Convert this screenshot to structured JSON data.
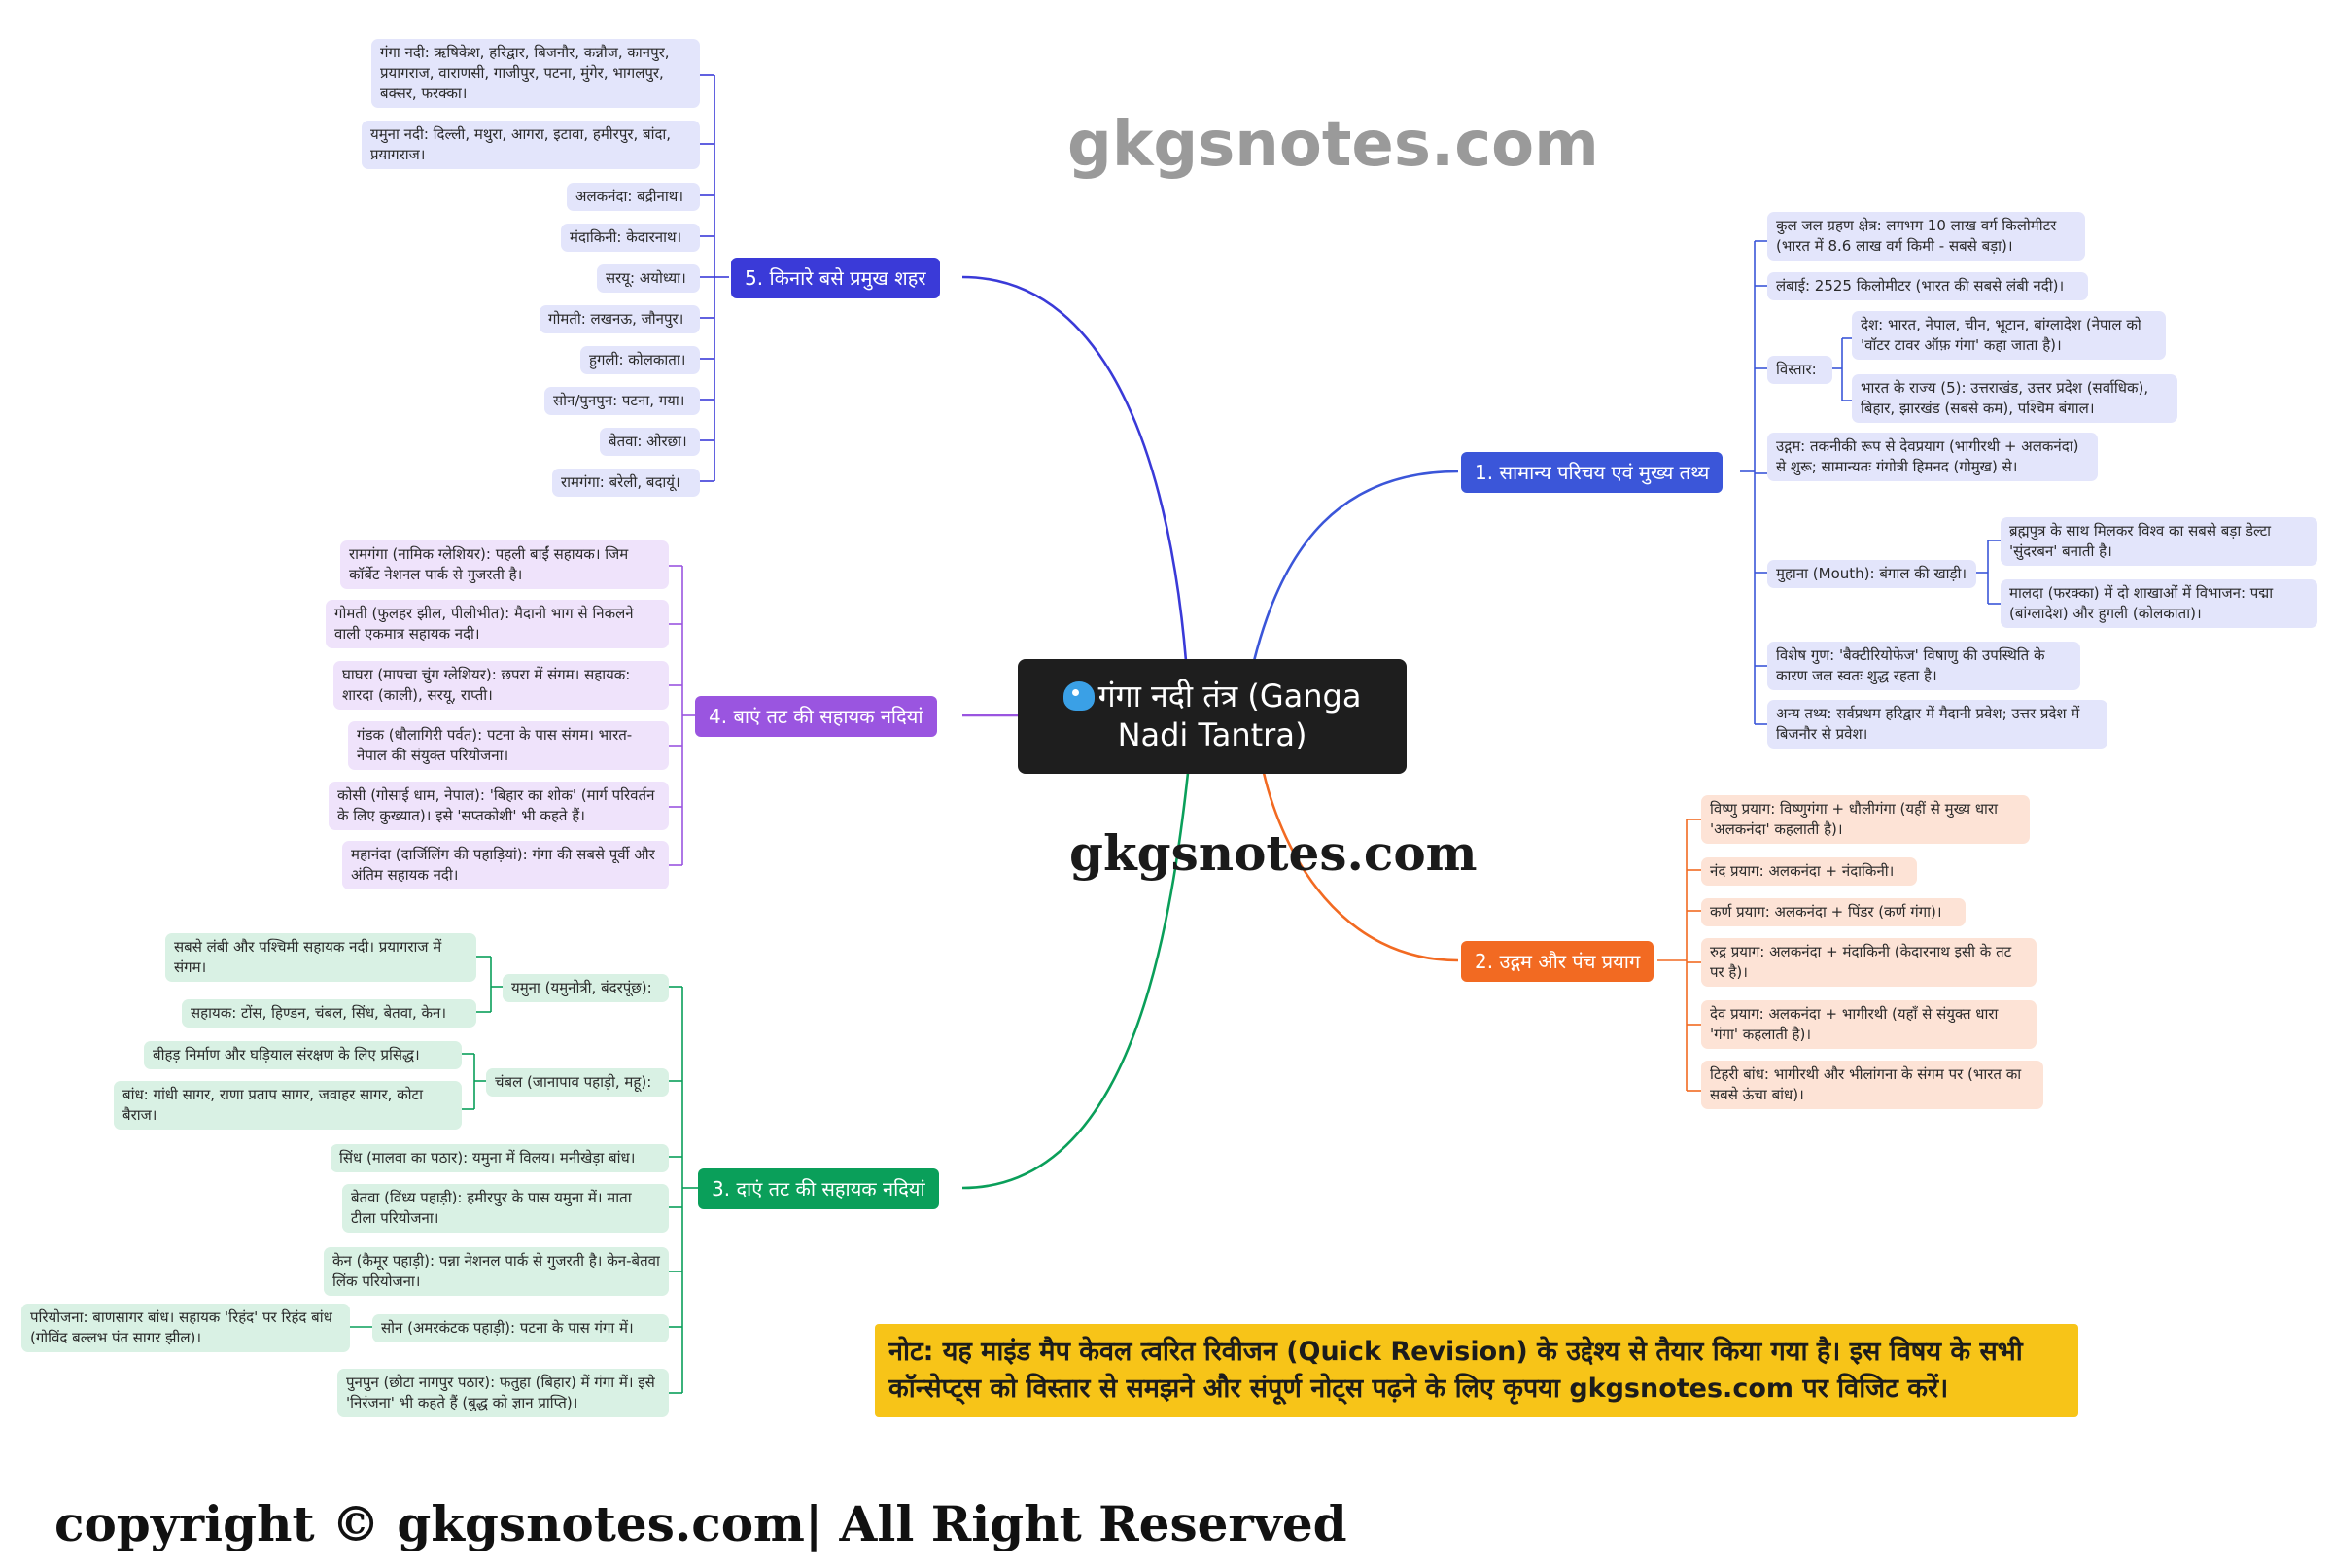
{
  "watermarks": {
    "top": "gkgsnotes.com",
    "middle": "gkgsnotes.com"
  },
  "root": {
    "title": "गंगा नदी तंत्र (Ganga Nadi Tantra)",
    "icon": "mascot-icon"
  },
  "colors": {
    "root": "#1e1e1e",
    "branch1": "#3b56d9",
    "branch2": "#f26a22",
    "branch3": "#0a9f5a",
    "branch4": "#9a55e0",
    "branch5": "#3a3ad8",
    "note_bg": "#f7c418"
  },
  "branches": {
    "b1": {
      "label": "1. सामान्य परिचय एवं मुख्य तथ्य",
      "items": {
        "catchment": "कुल जल ग्रहण क्षेत्र: लगभग 10 लाख वर्ग किलोमीटर (भारत में 8.6 लाख वर्ग किमी - सबसे बड़ा)।",
        "length": "लंबाई: 2525 किलोमीटर (भारत की सबसे लंबी नदी)।",
        "extent": "विस्तार:",
        "extent_countries": "देश: भारत, नेपाल, चीन, भूटान, बांग्लादेश (नेपाल को 'वॉटर टावर ऑफ़ गंगा' कहा जाता है)।",
        "extent_states": "भारत के राज्य (5): उत्तराखंड, उत्तर प्रदेश (सर्वाधिक), बिहार, झारखंड (सबसे कम), पश्चिम बंगाल।",
        "origin": "उद्गम: तकनीकी रूप से देवप्रयाग (भागीरथी + अलकनंदा) से शुरू; सामान्यतः गंगोत्री हिमनद (गोमुख) से।",
        "mouth": "मुहाना (Mouth): बंगाल की खाड़ी।",
        "mouth_delta": "ब्रह्मपुत्र के साथ मिलकर विश्व का सबसे बड़ा डेल्टा 'सुंदरबन' बनाती है।",
        "mouth_split": "मालदा (फरक्का) में दो शाखाओं में विभाजन: पद्मा (बांग्लादेश) और हुगली (कोलकाता)।",
        "special": "विशेष गुण: 'बैक्टीरियोफेज' विषाणु की उपस्थिति के कारण जल स्वतः शुद्ध रहता है।",
        "other": "अन्य तथ्य: सर्वप्रथम हरिद्वार में मैदानी प्रवेश; उत्तर प्रदेश में बिजनौर से प्रवेश।"
      }
    },
    "b2": {
      "label": "2. उद्गम और पंच प्रयाग",
      "items": [
        "विष्णु प्रयाग: विष्णुगंगा + धौलीगंगा (यहीं से मुख्य धारा 'अलकनंदा' कहलाती है)।",
        "नंद प्रयाग: अलकनंदा + नंदाकिनी।",
        "कर्ण प्रयाग: अलकनंदा + पिंडर (कर्ण गंगा)।",
        "रुद्र प्रयाग: अलकनंदा + मंदाकिनी (केदारनाथ इसी के तट पर है)।",
        "देव प्रयाग: अलकनंदा + भागीरथी (यहाँ से संयुक्त धारा 'गंगा' कहलाती है)।",
        "टिहरी बांध: भागीरथी और भीलांगना के संगम पर (भारत का सबसे ऊंचा बांध)।"
      ]
    },
    "b3": {
      "label": "3. दाएं तट की सहायक नदियां",
      "yamuna": "यमुना (यमुनोत्री, बंदरपूंछ):",
      "yamuna_1": "सबसे लंबी और पश्चिमी सहायक नदी। प्रयागराज में संगम।",
      "yamuna_2": "सहायक: टोंस, हिण्डन, चंबल, सिंध, बेतवा, केन।",
      "chambal": "चंबल (जानापाव पहाड़ी, महू):",
      "chambal_1": "बीहड़ निर्माण और घड़ियाल संरक्षण के लिए प्रसिद्ध।",
      "chambal_2": "बांध: गांधी सागर, राणा प्रताप सागर, जवाहर सागर, कोटा बैराज।",
      "sindh": "सिंध (मालवा का पठार): यमुना में विलय। मनीखेड़ा बांध।",
      "betwa": "बेतवा (विंध्य पहाड़ी): हमीरपुर के पास यमुना में। माता टीला परियोजना।",
      "ken": "केन (कैमूर पहाड़ी): पन्ना नेशनल पार्क से गुजरती है। केन-बेतवा लिंक परियोजना।",
      "son": "सोन (अमरकंटक पहाड़ी): पटना के पास गंगा में।",
      "son_1": "परियोजना: बाणसागर बांध। सहायक 'रिहंद' पर रिहंद बांध (गोविंद बल्लभ पंत सागर झील)।",
      "punpun": "पुनपुन (छोटा नागपुर पठार): फतुहा (बिहार) में गंगा में। इसे 'निरंजना' भी कहते हैं (बुद्ध को ज्ञान प्राप्ति)।"
    },
    "b4": {
      "label": "4. बाएं तट की सहायक नदियां",
      "items": [
        "रामगंगा (नामिक ग्लेशियर): पहली बाईं सहायक। जिम कॉर्बेट नेशनल पार्क से गुजरती है।",
        "गोमती (फुलहर झील, पीलीभीत): मैदानी भाग से निकलने वाली एकमात्र सहायक नदी।",
        "घाघरा (मापचा चुंग ग्लेशियर): छपरा में संगम। सहायक: शारदा (काली), सरयू, राप्ती।",
        "गंडक (धौलागिरी पर्वत): पटना के पास संगम। भारत-नेपाल की संयुक्त परियोजना।",
        "कोसी (गोसाई धाम, नेपाल): 'बिहार का शोक' (मार्ग परिवर्तन के लिए कुख्यात)। इसे 'सप्तकोशी' भी कहते हैं।",
        "महानंदा (दार्जिलिंग की पहाड़ियां): गंगा की सबसे पूर्वी और अंतिम सहायक नदी।"
      ]
    },
    "b5": {
      "label": "5. किनारे बसे प्रमुख शहर",
      "items": [
        "गंगा नदी: ऋषिकेश, हरिद्वार, बिजनौर, कन्नौज, कानपुर, प्रयागराज, वाराणसी, गाजीपुर, पटना, मुंगेर, भागलपुर, बक्सर, फरक्का।",
        "यमुना नदी: दिल्ली, मथुरा, आगरा, इटावा, हमीरपुर, बांदा, प्रयागराज।",
        "अलकनंदा: बद्रीनाथ।",
        "मंदाकिनी: केदारनाथ।",
        "सरयू: अयोध्या।",
        "गोमती: लखनऊ, जौनपुर।",
        "हुगली: कोलकाता।",
        "सोन/पुनपुन: पटना, गया।",
        "बेतवा: ओरछा।",
        "रामगंगा: बरेली, बदायूं।"
      ]
    }
  },
  "note": "नोट: यह माइंड मैप केवल त्वरित रिवीजन (Quick Revision) के उद्देश्य से तैयार किया गया है। इस विषय के सभी कॉन्सेप्ट्स को विस्तार से समझने और संपूर्ण नोट्स पढ़ने के लिए कृपया gkgsnotes.com पर विजिट करें।",
  "copyright": "copyright © gkgsnotes.com| All Right Reserved"
}
